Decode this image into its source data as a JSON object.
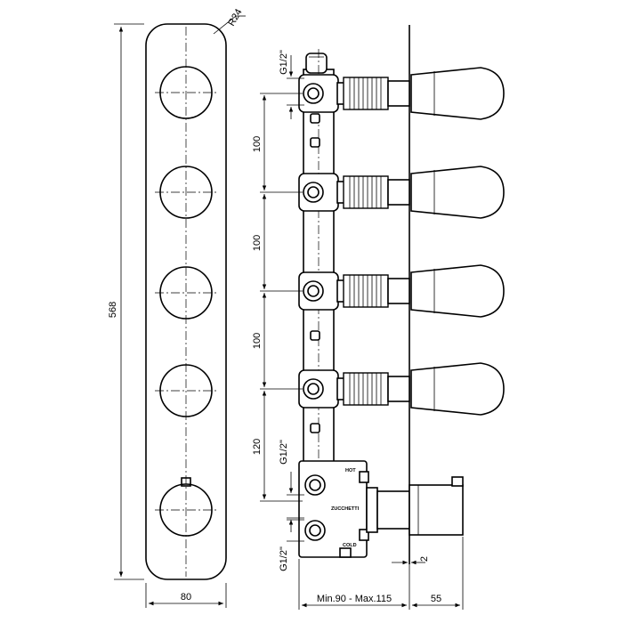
{
  "front_view": {
    "radius_label": "R24",
    "height_label": "568",
    "width_label": "80"
  },
  "side_view": {
    "pitch_labels": [
      "100",
      "100",
      "100"
    ],
    "last_pitch_label": "120",
    "thread_top_label": "G1/2\"",
    "thread_mid_label": "G1/2\"",
    "thread_bottom_label": "G1/2\"",
    "hot_label": "HOT",
    "cold_label": "COLD",
    "brand_label": "ZUCCHETTI",
    "wall_gap_label": "2",
    "depth_label": "Min.90 - Max.115",
    "handle_depth_label": "55"
  },
  "icons": [
    "knob-icon",
    "valve-icon",
    "handle-icon"
  ]
}
